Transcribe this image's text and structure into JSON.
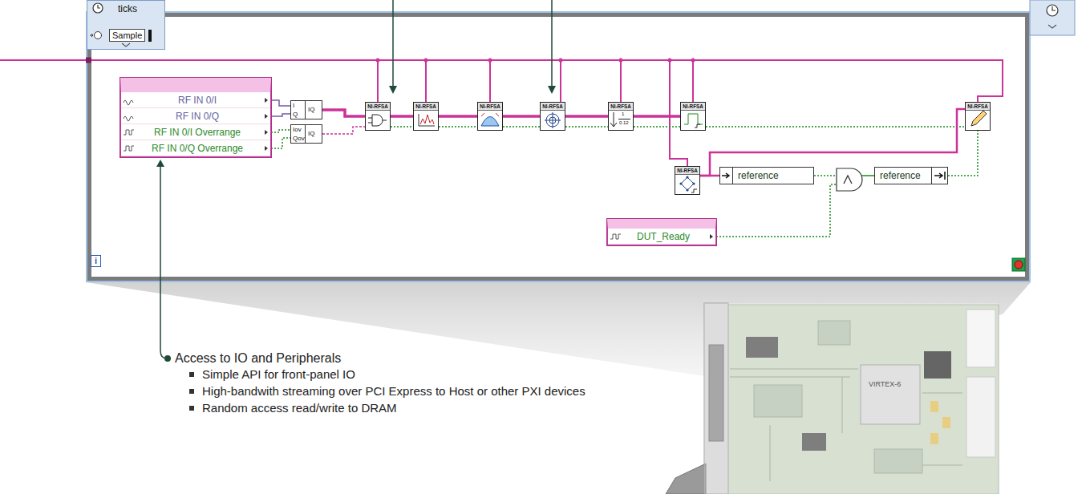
{
  "diagram": {
    "nodes": [
      {
        "text": [
          "ticks"
        ]
      },
      {
        "text": [
          "Sample"
        ],
        "in": 0
      },
      {
        "text": [
          "i"
        ]
      },
      {
        "text": [
          "RF IN 0/I",
          "RF IN 0/Q",
          "RF IN 0/I Overrange",
          "RF IN 0/Q Overrange"
        ],
        "in": 2
      },
      {
        "text": [
          "I",
          "Q",
          "IQ"
        ],
        "in": 2
      },
      {
        "text": [
          "Iov",
          "Qov",
          "IQ"
        ],
        "in": 2
      },
      {
        "text": [
          "NI-RFSA"
        ],
        "in": 2
      },
      {
        "text": [
          "NI-RFSA"
        ],
        "in": 2
      },
      {
        "text": [
          "NI-RFSA"
        ],
        "in": 2
      },
      {
        "text": [
          "NI-RFSA"
        ],
        "in": 2
      },
      {
        "text": [
          "NI-RFSA",
          "1",
          "0.12"
        ],
        "in": 2
      },
      {
        "text": [
          "NI-RFSA"
        ],
        "in": 2
      },
      {
        "text": [
          "NI-RFSA"
        ],
        "in": 2
      },
      {
        "text": [
          "NI-RFSA"
        ],
        "in": 2
      },
      {
        "text": [
          "reference"
        ],
        "in": 2
      },
      {
        "text": [
          "reference"
        ],
        "in": 2
      },
      {
        "text": [
          "DUT_Ready"
        ],
        "in": 2
      }
    ],
    "edges": [
      {
        "from": 3,
        "to": 4,
        "arrow": "none"
      },
      {
        "from": 3,
        "to": 5,
        "arrow": "none"
      },
      {
        "from": 4,
        "to": 6,
        "arrow": "none"
      },
      {
        "from": 5,
        "to": 6,
        "arrow": "none"
      },
      {
        "from": 6,
        "to": 7,
        "arrow": "none"
      },
      {
        "from": 7,
        "to": 8,
        "arrow": "none"
      },
      {
        "from": 8,
        "to": 9,
        "arrow": "none"
      },
      {
        "from": 9,
        "to": 10,
        "arrow": "none"
      },
      {
        "from": 10,
        "to": 11,
        "arrow": "none"
      },
      {
        "from": 11,
        "to": 12,
        "arrow": "none"
      },
      {
        "from": 13,
        "to": 14,
        "arrow": "none"
      },
      {
        "from": 13,
        "to": 12,
        "arrow": "none"
      },
      {
        "from": 14,
        "to": 15,
        "arrow": "none"
      },
      {
        "from": 16,
        "to": 15,
        "arrow": "none"
      },
      {
        "from": 15,
        "to": 12,
        "arrow": "none"
      }
    ],
    "labels": [
      "Access to IO and Peripherals",
      "Simple API for front-panel IO",
      "High-bandwith streaming over PCI Express to Host or other PXI devices",
      "Random access read/write to DRAM",
      "VIRTEX-6"
    ]
  }
}
